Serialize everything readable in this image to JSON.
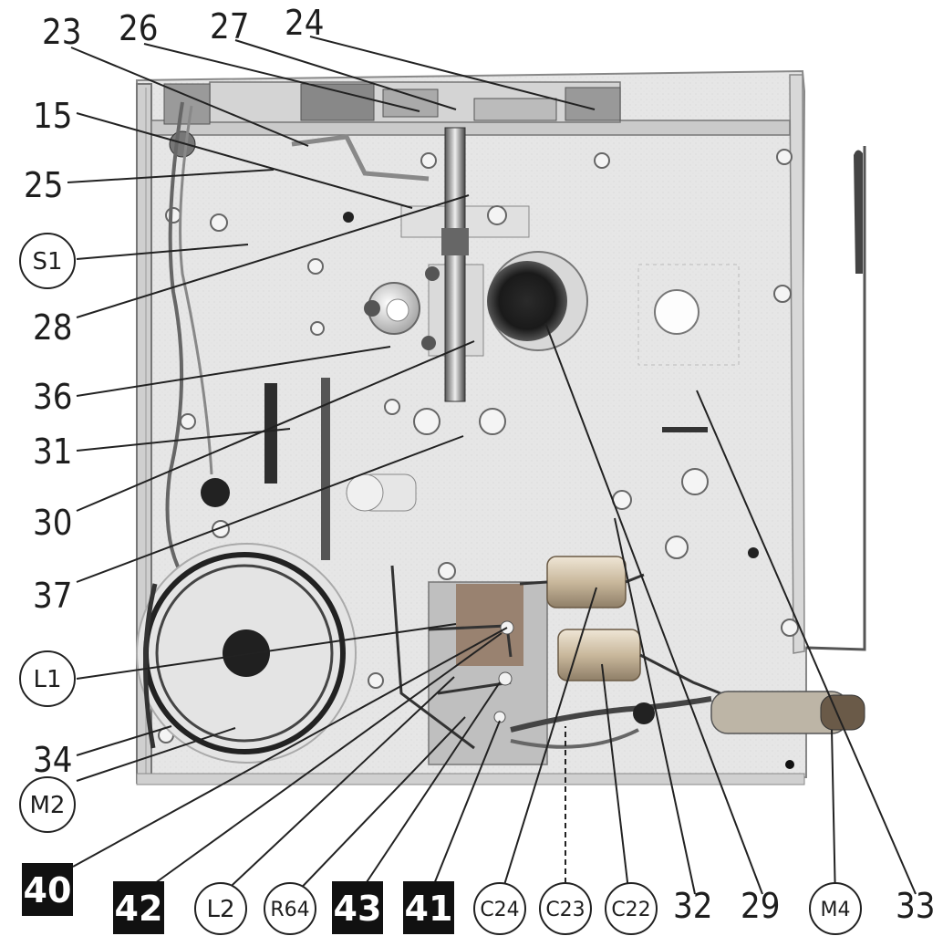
{
  "callouts": {
    "plain": [
      {
        "id": "23",
        "text": "23"
      },
      {
        "id": "26",
        "text": "26"
      },
      {
        "id": "27",
        "text": "27"
      },
      {
        "id": "24",
        "text": "24"
      },
      {
        "id": "15",
        "text": "15"
      },
      {
        "id": "25",
        "text": "25"
      },
      {
        "id": "28",
        "text": "28"
      },
      {
        "id": "36",
        "text": "36"
      },
      {
        "id": "31",
        "text": "31"
      },
      {
        "id": "30",
        "text": "30"
      },
      {
        "id": "37",
        "text": "37"
      },
      {
        "id": "34",
        "text": "34"
      },
      {
        "id": "32",
        "text": "32"
      },
      {
        "id": "29",
        "text": "29"
      },
      {
        "id": "33",
        "text": "33"
      }
    ],
    "circled": [
      {
        "id": "S1",
        "text": "S1"
      },
      {
        "id": "L1",
        "text": "L1"
      },
      {
        "id": "M2",
        "text": "M2"
      },
      {
        "id": "L2",
        "text": "L2"
      },
      {
        "id": "R64",
        "text": "R64"
      },
      {
        "id": "C24",
        "text": "C24"
      },
      {
        "id": "C23",
        "text": "C23"
      },
      {
        "id": "C22",
        "text": "C22"
      },
      {
        "id": "M4",
        "text": "M4"
      }
    ],
    "boxed": [
      {
        "id": "40",
        "text": "40"
      },
      {
        "id": "42",
        "text": "42"
      },
      {
        "id": "43",
        "text": "43"
      },
      {
        "id": "41",
        "text": "41"
      }
    ]
  }
}
